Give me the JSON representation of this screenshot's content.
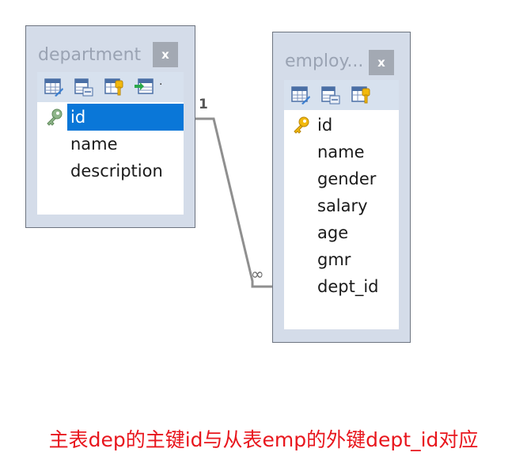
{
  "tables": [
    {
      "title": "department",
      "close_label": "x",
      "fields": [
        {
          "name": "id",
          "primary_key": true,
          "selected": true
        },
        {
          "name": "name",
          "primary_key": false,
          "selected": false
        },
        {
          "name": "description",
          "primary_key": false,
          "selected": false
        }
      ],
      "toolbar_icons": [
        "edit-table-icon",
        "table-design-icon",
        "table-key-icon",
        "add-field-icon"
      ]
    },
    {
      "title": "employ...",
      "close_label": "x",
      "fields": [
        {
          "name": "id",
          "primary_key": true,
          "selected": false
        },
        {
          "name": "name",
          "primary_key": false,
          "selected": false
        },
        {
          "name": "gender",
          "primary_key": false,
          "selected": false
        },
        {
          "name": "salary",
          "primary_key": false,
          "selected": false
        },
        {
          "name": "age",
          "primary_key": false,
          "selected": false
        },
        {
          "name": "gmr",
          "primary_key": false,
          "selected": false
        },
        {
          "name": "dept_id",
          "primary_key": false,
          "selected": false
        }
      ],
      "toolbar_icons": [
        "edit-table-icon",
        "table-design-icon",
        "table-key-icon"
      ]
    }
  ],
  "relation": {
    "one_label": "1",
    "many_label": "∞"
  },
  "caption": "主表dep的主键id与从表emp的外键dept_id对应",
  "colors": {
    "selection": "#0a77d8",
    "caption": "#e8161d",
    "window_bg": "#d4dce9"
  }
}
